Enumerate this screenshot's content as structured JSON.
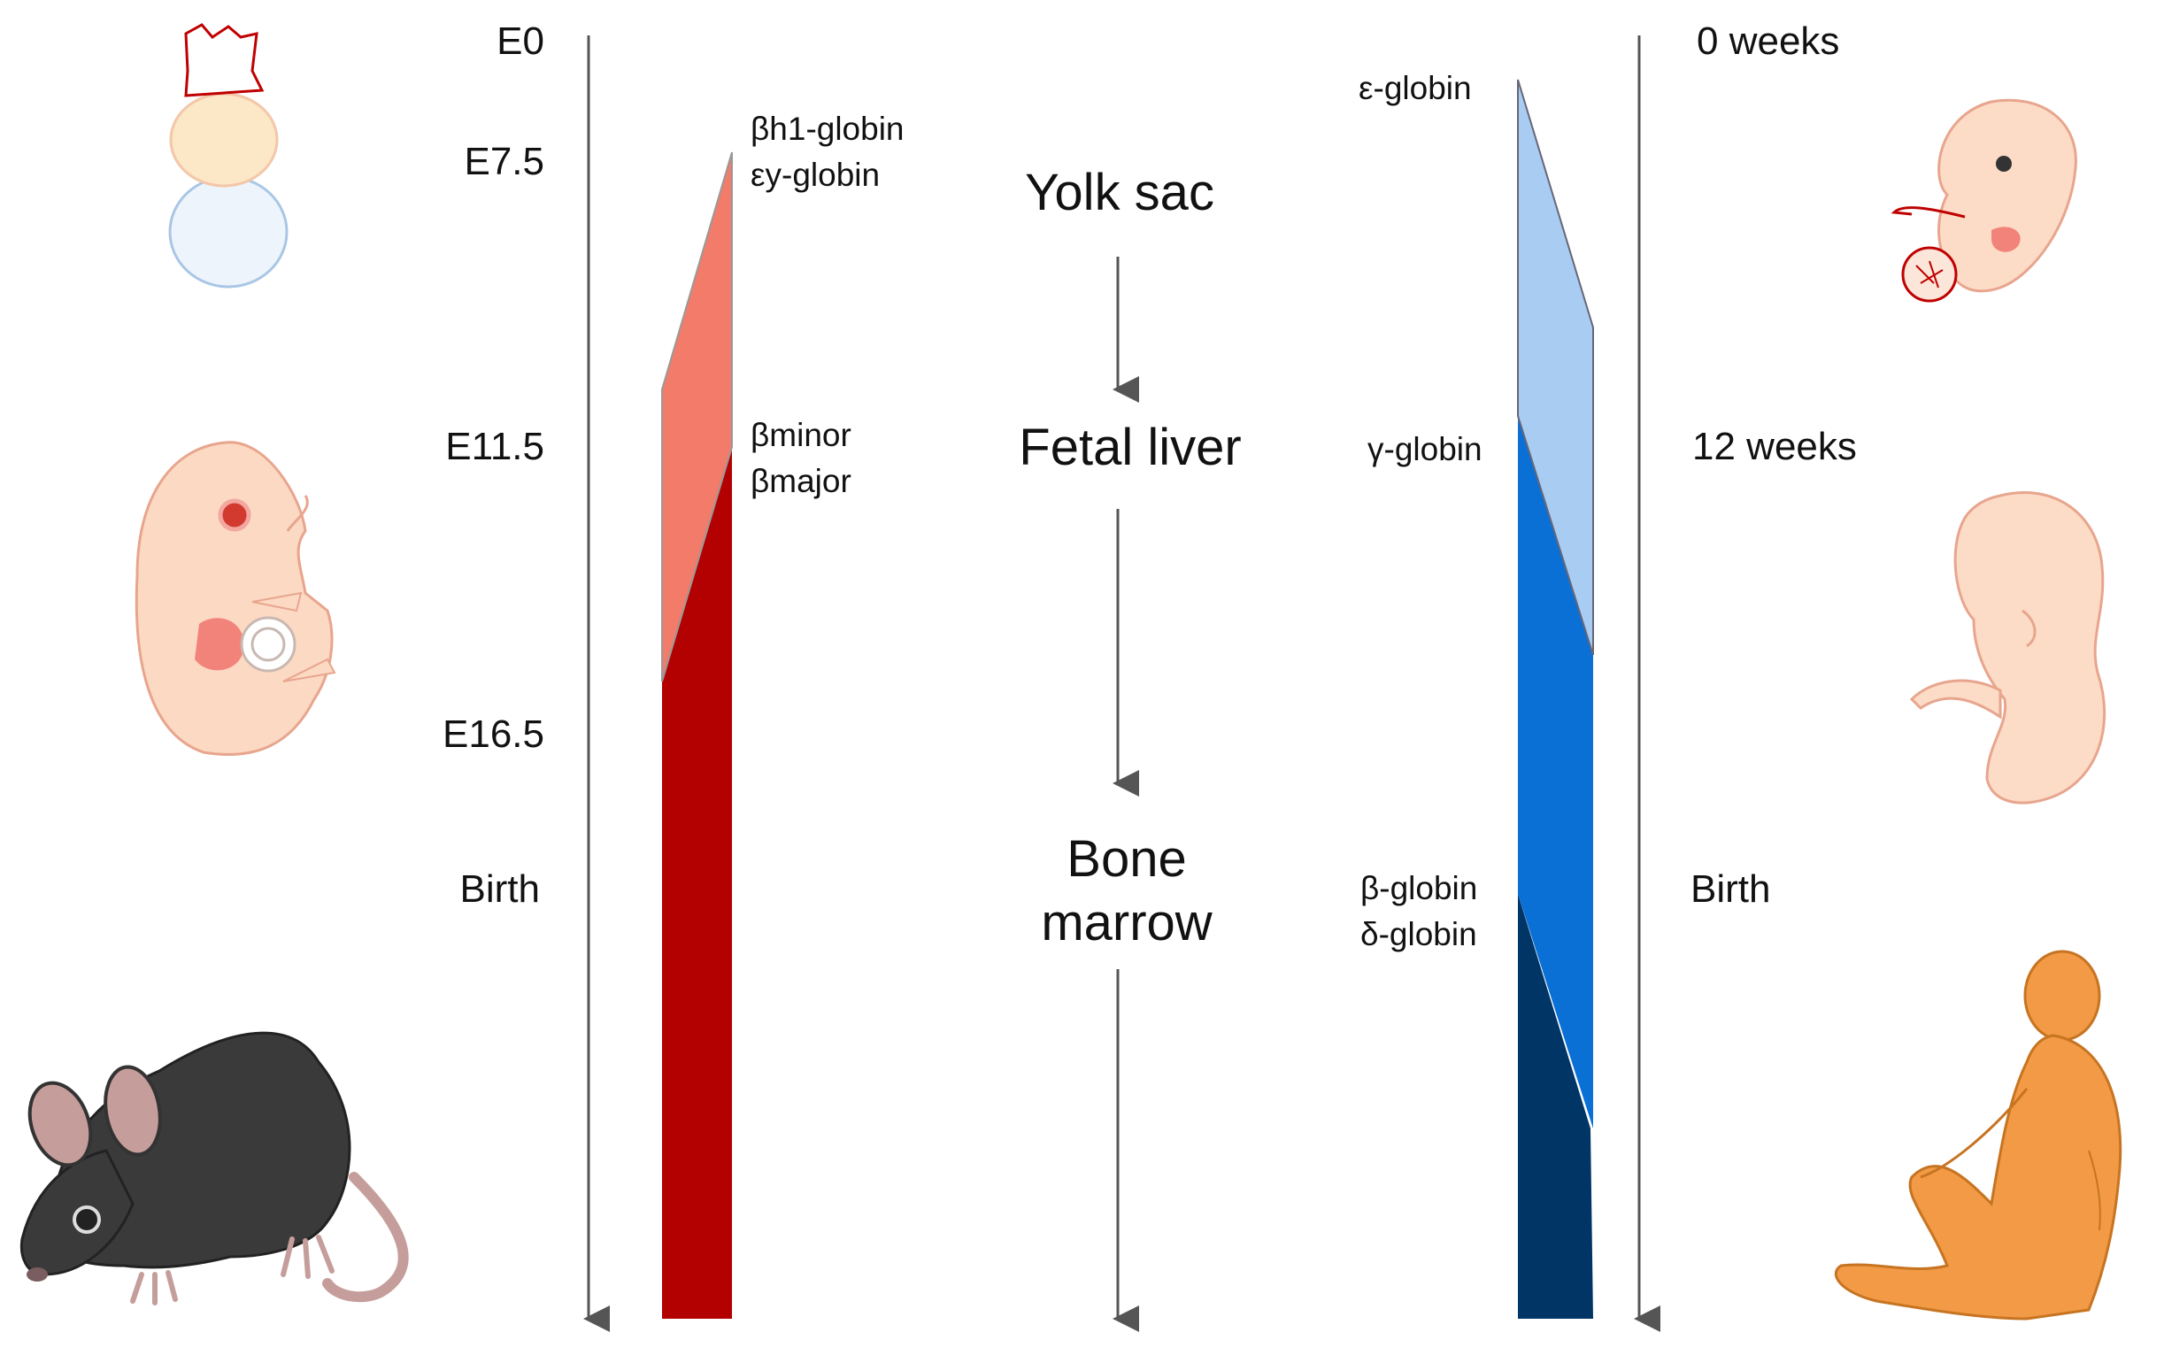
{
  "mouse": {
    "stages": [
      "E0",
      "E7.5",
      "E11.5",
      "E16.5",
      "Birth"
    ],
    "genes": {
      "embryonic": [
        "βh1-globin",
        "εy-globin"
      ],
      "adult": [
        "βminor",
        "βmajor"
      ]
    },
    "colors": {
      "embryonic": "#F27B69",
      "adult": "#B30000"
    }
  },
  "hematopoietic_sites": [
    "Yolk sac",
    "Fetal liver",
    "Bone marrow"
  ],
  "human": {
    "stages": [
      "0 weeks",
      "12 weeks",
      "Birth"
    ],
    "genes": {
      "embryonic": "ε-globin",
      "fetal": "γ-globin",
      "adult": [
        "β-globin",
        "δ-globin"
      ]
    },
    "colors": {
      "embryonic": "#A9CCF2",
      "fetal_light": "#8EBBEE",
      "fetal": "#0A70D6",
      "adult": "#003566"
    }
  },
  "icons": [
    "mouse-embryo-early-icon",
    "mouse-embryo-midgestation-icon",
    "adult-mouse-icon",
    "human-embryo-early-icon",
    "human-fetus-icon",
    "adult-human-icon"
  ]
}
